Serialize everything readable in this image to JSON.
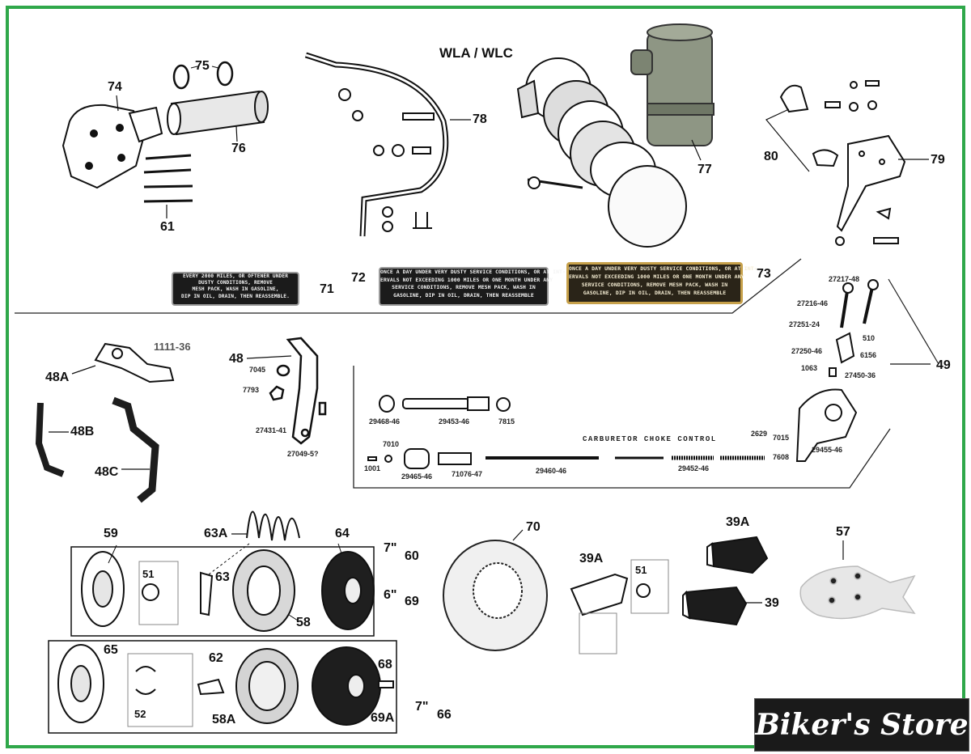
{
  "header": {
    "model_title": "WLA / WLC"
  },
  "callouts": {
    "c74": "74",
    "c75": "75",
    "c76": "76",
    "c61": "61",
    "c78": "78",
    "c77": "77",
    "c80": "80",
    "c79": "79",
    "c71": "71",
    "c72": "72",
    "c73": "73",
    "c49": "49",
    "c48": "48",
    "c48a": "48A",
    "c48b": "48B",
    "c48c": "48C",
    "c63a": "63A",
    "c63": "63",
    "c59": "59",
    "c51a": "51",
    "c58": "58",
    "c64": "64",
    "c60": "60",
    "c69": "69",
    "c70": "70",
    "c39a_top": "39A",
    "c39a": "39A",
    "c51b": "51",
    "c39": "39",
    "c57": "57",
    "c65": "65",
    "c62": "62",
    "c52": "52",
    "c58a": "58A",
    "c68": "68",
    "c69a": "69A",
    "c66": "66",
    "size_7_top": "7\"",
    "size_6": "6\"",
    "size_7_bottom": "7\""
  },
  "small_parts": {
    "p1111": "1111-36",
    "p7045": "7045",
    "p7793": "7793",
    "p27431": "27431-41",
    "p27049": "27049-5?",
    "p29468": "29468-46",
    "p29453": "29453-46",
    "p7815": "7815",
    "p7010": "7010",
    "p1001": "1001",
    "p29465": "29465-46",
    "p71076": "71076-47",
    "p29460": "29460-46",
    "p29452": "29452-46",
    "p2629": "2629",
    "p7015": "7015",
    "p7608": "7608",
    "p29455": "29455-46",
    "p27217": "27217-48",
    "p27216": "27216-46",
    "p27251": "27251-24",
    "p510": "510",
    "p27250": "27250-46",
    "p6156": "6156",
    "p1063": "1063",
    "p27450": "27450-36"
  },
  "choke_label": "CARBURETOR CHOKE CONTROL",
  "plates": {
    "plate71": "EVERY 2000 MILES, OR OFTENER UNDER\nDUSTY CONDITIONS, REMOVE\nMESH PACK, WASH IN GASOLINE,\nDIP IN OIL, DRAIN, THEN REASSEMBLE.",
    "plate72": "ONCE A DAY UNDER VERY DUSTY SERVICE CONDITIONS, OR AT INT-\nERVALS NOT EXCEEDING 1000 MILES OR ONE MONTH UNDER ANY\nSERVICE CONDITIONS, REMOVE MESH PACK, WASH IN\nGASOLINE, DIP IN OIL, DRAIN, THEN REASSEMBLE",
    "plate73": "ONCE A DAY UNDER VERY DUSTY SERVICE CONDITIONS, OR AT INT-\nERVALS NOT EXCEEDING 1000 MILES OR ONE MONTH UNDER ANY\nSERVICE CONDITIONS, REMOVE MESH PACK, WASH IN\nGASOLINE, DIP IN OIL, DRAIN, THEN REASSEMBLE"
  },
  "watermark": "Biker's Store",
  "colors": {
    "frame_border": "#2fa84a",
    "line": "#222222",
    "canister": "#8e9684",
    "plate_gold": "#c6a04a"
  }
}
